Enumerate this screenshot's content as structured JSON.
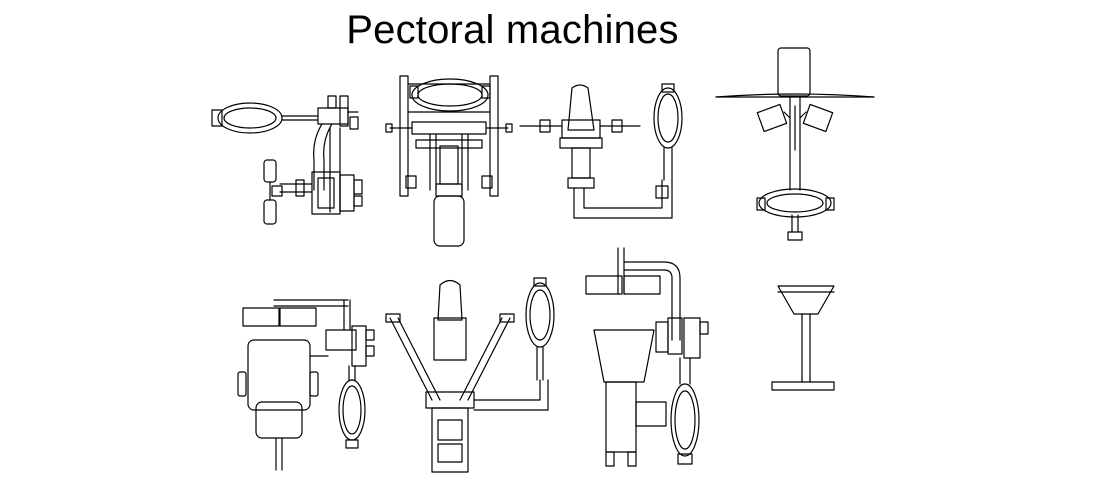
{
  "drawing": {
    "title": "Pectoral machines",
    "line_color": "#000000",
    "background": "#ffffff"
  },
  "machines": [
    {
      "id": "machine-1",
      "view": "plan-side"
    },
    {
      "id": "machine-2",
      "view": "front"
    },
    {
      "id": "machine-3",
      "view": "plan"
    },
    {
      "id": "machine-4",
      "view": "elevation"
    },
    {
      "id": "machine-5",
      "view": "plan"
    },
    {
      "id": "machine-6",
      "view": "plan"
    },
    {
      "id": "machine-7",
      "view": "side"
    },
    {
      "id": "machine-8",
      "view": "stand"
    }
  ]
}
